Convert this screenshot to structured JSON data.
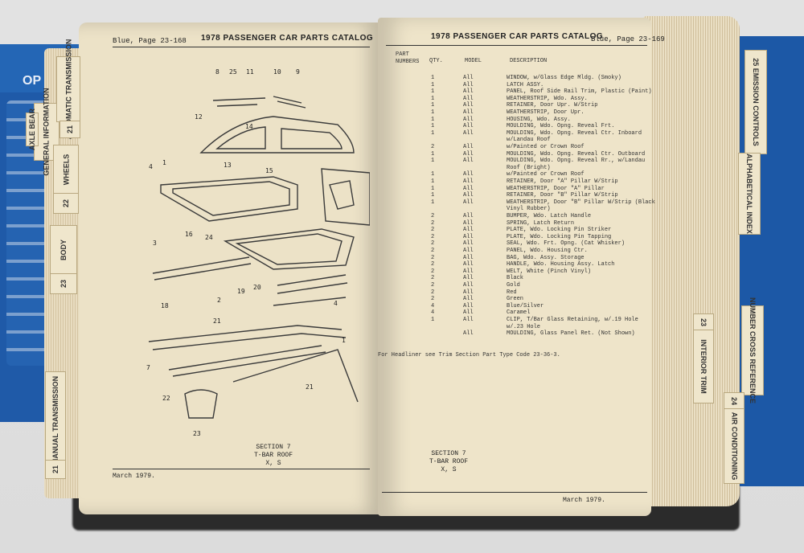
{
  "left_page": {
    "page_ref": "Blue, Page 23-168",
    "title": "1978 PASSENGER CAR PARTS CATALOG",
    "caption_line1": "SECTION 7",
    "caption_line2": "T-BAR ROOF",
    "caption_line3": "X, S",
    "date": "March 1979."
  },
  "right_page": {
    "title": "1978 PASSENGER CAR PARTS CATALOG",
    "page_ref": "Blue, Page 23-169",
    "col_part": "PART NUMBERS",
    "col_qty": "QTY.",
    "col_model": "MODEL",
    "col_desc": "DESCRIPTION",
    "rows": [
      {
        "qty": "1",
        "model": "All",
        "desc": "WINDOW, w/Glass Edge Mldg. (Smoky)"
      },
      {
        "qty": "1",
        "model": "All",
        "desc": "LATCH ASSY."
      },
      {
        "qty": "1",
        "model": "All",
        "desc": "PANEL, Roof Side Rail Trim, Plastic (Paint)"
      },
      {
        "qty": "1",
        "model": "All",
        "desc": "WEATHERSTRIP, Wdo. Assy."
      },
      {
        "qty": "1",
        "model": "All",
        "desc": "RETAINER, Door Upr. W/Strip"
      },
      {
        "qty": "1",
        "model": "All",
        "desc": "WEATHERSTRIP, Door Upr."
      },
      {
        "qty": "1",
        "model": "All",
        "desc": "HOUSING, Wdo. Assy."
      },
      {
        "qty": "1",
        "model": "All",
        "desc": "MOULDING, Wdo. Opng. Reveal Frt."
      },
      {
        "qty": "1",
        "model": "All",
        "desc": "MOULDING, Wdo. Opng. Reveal Ctr. Inboard"
      },
      {
        "qty": "",
        "model": "",
        "desc": "w/Landau Roof"
      },
      {
        "qty": "2",
        "model": "All",
        "desc": "w/Painted or Crown Roof"
      },
      {
        "qty": "1",
        "model": "All",
        "desc": "MOULDING, Wdo. Opng. Reveal Ctr. Outboard"
      },
      {
        "qty": "1",
        "model": "All",
        "desc": "MOULDING, Wdo. Opng. Reveal Rr., w/Landau"
      },
      {
        "qty": "",
        "model": "",
        "desc": "Roof (Bright)"
      },
      {
        "qty": "1",
        "model": "All",
        "desc": "w/Painted or Crown Roof"
      },
      {
        "qty": "1",
        "model": "All",
        "desc": "RETAINER, Door \"A\" Pillar W/Strip"
      },
      {
        "qty": "1",
        "model": "All",
        "desc": "WEATHERSTRIP, Door \"A\" Pillar"
      },
      {
        "qty": "1",
        "model": "All",
        "desc": "RETAINER, Door \"B\" Pillar W/Strip"
      },
      {
        "qty": "1",
        "model": "All",
        "desc": "WEATHERSTRIP, Door \"B\" Pillar W/Strip (Black"
      },
      {
        "qty": "",
        "model": "",
        "desc": "Vinyl Rubber)"
      },
      {
        "qty": "2",
        "model": "All",
        "desc": "BUMPER, Wdo. Latch Handle"
      },
      {
        "qty": "2",
        "model": "All",
        "desc": "SPRING, Latch Return"
      },
      {
        "qty": "2",
        "model": "All",
        "desc": "PLATE, Wdo. Locking Pin Striker"
      },
      {
        "qty": "2",
        "model": "All",
        "desc": "PLATE, Wdo. Locking Pin Tapping"
      },
      {
        "qty": "2",
        "model": "All",
        "desc": "SEAL, Wdo. Frt. Opng. (Cat Whisker)"
      },
      {
        "qty": "2",
        "model": "All",
        "desc": "PANEL, Wdo. Housing Ctr."
      },
      {
        "qty": "2",
        "model": "All",
        "desc": "BAG, Wdo. Assy. Storage"
      },
      {
        "qty": "2",
        "model": "All",
        "desc": "HANDLE, Wdo. Housing Assy. Latch"
      },
      {
        "qty": "2",
        "model": "All",
        "desc": "WELT, White (Pinch Vinyl)"
      },
      {
        "qty": "2",
        "model": "All",
        "desc": "Black"
      },
      {
        "qty": "2",
        "model": "All",
        "desc": "Gold"
      },
      {
        "qty": "2",
        "model": "All",
        "desc": "Red"
      },
      {
        "qty": "2",
        "model": "All",
        "desc": "Green"
      },
      {
        "qty": "4",
        "model": "All",
        "desc": "Blue/Silver"
      },
      {
        "qty": "4",
        "model": "All",
        "desc": "Caramel"
      },
      {
        "qty": "1",
        "model": "All",
        "desc": "CLIP, T/Bar Glass Retaining, w/.19 Hole"
      },
      {
        "qty": "",
        "model": "",
        "desc": "w/.23 Hole"
      },
      {
        "qty": "",
        "model": "All",
        "desc": "MOULDING, Glass Panel Ret. (Not Shown)"
      }
    ],
    "footnote": "For Headliner see Trim Section Part Type Code 23-36-3.",
    "caption_line1": "SECTION 7",
    "caption_line2": "T-BAR ROOF",
    "caption_line3": "X, S",
    "date": "March 1979."
  },
  "left_tabs": {
    "t1": "GENERAL INFORMATION",
    "t1b": "AXLE BEAR",
    "t2": "AUTOMATIC TRANSMISSION",
    "t2n": "21",
    "t3": "WHEELS",
    "t3n": "22",
    "t4": "BODY",
    "t4n": "23",
    "t5": "MANUAL TRANSMISSION",
    "t5n": "21"
  },
  "right_tabs": {
    "r1": "25 EMISSION CONTROLS",
    "r2": "ALPHABETICAL INDEX",
    "r3": "NUMBER CROSS REFERENCE",
    "r4": "INTERIOR TRIM",
    "r4n": "23",
    "r5": "AIR CONDITIONING",
    "r5n": "24"
  },
  "binder_text": "OP"
}
